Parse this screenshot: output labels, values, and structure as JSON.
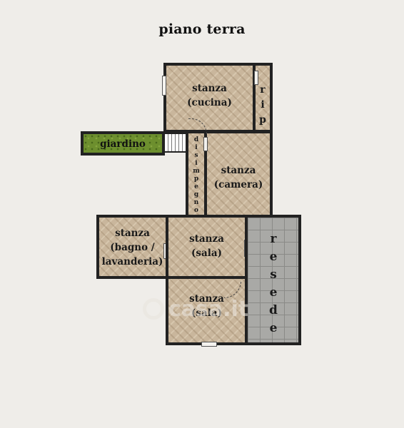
{
  "plan": {
    "title": "piano terra"
  },
  "rooms": {
    "cucina": {
      "line1": "stanza",
      "line2": "(cucina)"
    },
    "rip": {
      "letters": [
        "r",
        "i",
        "p"
      ]
    },
    "giardino": {
      "label": "giardino"
    },
    "disimpegno": {
      "letters": [
        "d",
        "i",
        "s",
        "i",
        "m",
        "p",
        "e",
        "g",
        "n",
        "o"
      ]
    },
    "camera": {
      "line1": "stanza",
      "line2": "(camera)"
    },
    "bagno": {
      "line1": "stanza",
      "line2": "(bagno /",
      "line3": "lavanderia)"
    },
    "sala_upper": {
      "line1": "stanza",
      "line2": "(sala)"
    },
    "sala_lower": {
      "line1": "stanza",
      "line2": "(sala)"
    },
    "resede": {
      "letters": [
        "r",
        "e",
        "s",
        "e",
        "d",
        "e"
      ]
    }
  },
  "watermark": {
    "text": "casa.it"
  },
  "colors": {
    "floor": "#c9b69c",
    "garden": "#6d8f2e",
    "yard": "#a9a9a6",
    "wall": "#222222",
    "background": "#efede9"
  }
}
